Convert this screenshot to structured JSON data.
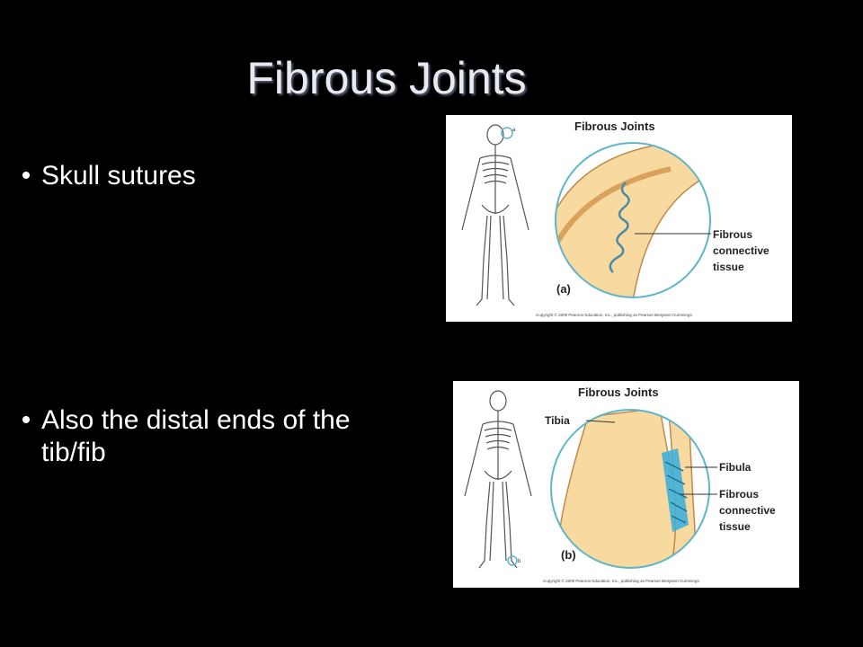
{
  "slide": {
    "title": "Fibrous Joints",
    "bullets": [
      {
        "text": "Skull sutures"
      },
      {
        "text": "Also the distal ends of the tib/fib"
      }
    ],
    "bullet_symbol": "•"
  },
  "figure_a": {
    "title": "Fibrous Joints",
    "label_line1": "Fibrous",
    "label_line2": "connective",
    "label_line3": "tissue",
    "panel": "(a)",
    "copyright": "Copyright © 2009 Pearson Education, Inc., publishing as Pearson Benjamin Cummings."
  },
  "figure_b": {
    "title": "Fibrous Joints",
    "label_tibia": "Tibia",
    "label_fibula": "Fibula",
    "label_line1": "Fibrous",
    "label_line2": "connective",
    "label_line3": "tissue",
    "panel": "(b)",
    "copyright": "Copyright © 2009 Pearson Education, Inc., publishing as Pearson Benjamin Cummings."
  },
  "colors": {
    "background": "#000000",
    "title": "#e8eaf2",
    "bone": "#f8d9a0",
    "circle": "#5fb6c8",
    "tissue": "#3fb0d8"
  }
}
